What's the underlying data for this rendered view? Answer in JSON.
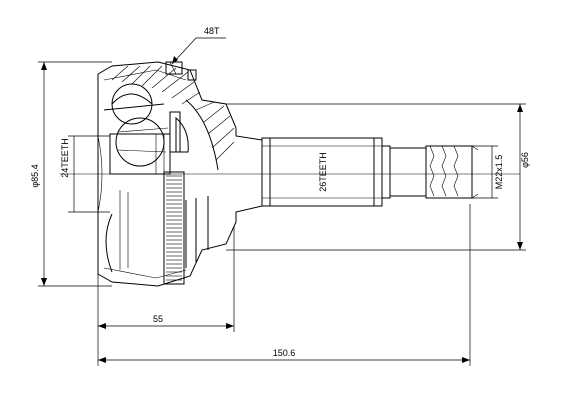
{
  "drawing": {
    "labels": {
      "abs_teeth": "48T",
      "housing_diameter": "φ85.4",
      "inner_teeth": "24TEETH",
      "shaft_teeth": "26TEETH",
      "thread": "M22x1.5",
      "shaft_diameter": "φ56",
      "width_dimension": "55",
      "overall_length": "150.6"
    }
  }
}
